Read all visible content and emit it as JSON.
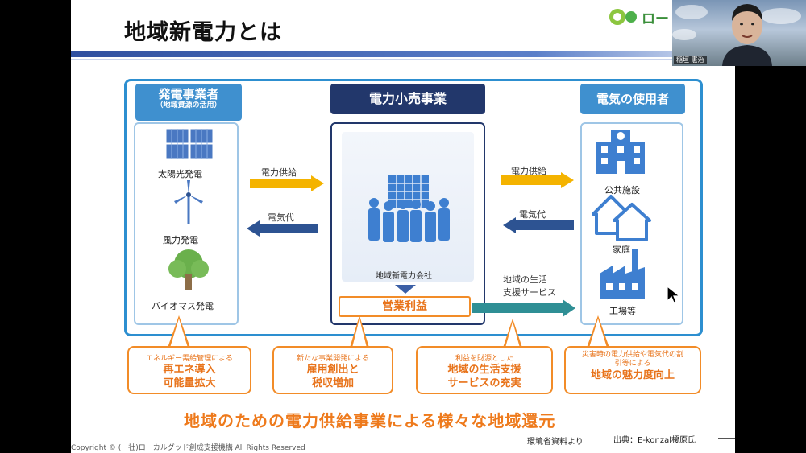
{
  "slide": {
    "title": "地域新電力とは",
    "logo_text": "ロー",
    "categories": {
      "generator": "発電事業者",
      "generator_sub": "（地域資源の活用）",
      "retail": "電力小売事業",
      "user": "電気の使用者"
    },
    "generation_sources": [
      "太陽光発電",
      "風力発電",
      "バイオマス発電"
    ],
    "retail_company_label": "地域新電力会社",
    "users": [
      "公共施設",
      "家庭",
      "工場等"
    ],
    "flows": {
      "supply_left": "電力供給",
      "fee_left": "電気代",
      "supply_right": "電力供給",
      "fee_right": "電気代",
      "life_support": "地域の生活\n支援サービス"
    },
    "profit_label": "営業利益",
    "callouts": [
      {
        "small": "エネルギー需給管理による",
        "main": "再エネ導入\n可能量拡大"
      },
      {
        "small": "新たな事業開発による",
        "main": "雇用創出と\n税収増加"
      },
      {
        "small": "利益を財源とした",
        "main": "地域の生活支援\nサービスの充実"
      },
      {
        "small": "災害時の電力供給や電気代の割\n引等による",
        "main": "地域の魅力度向上"
      }
    ],
    "bottom_message": "地域のための電力供給事業による様々な地域還元",
    "copyright": "Copyright © (一社)ローカルグッド創成支援機構  All Rights Reserved",
    "source_ministry": "環境省資料より",
    "source_credit": "出典：E-konzal榎原氏"
  },
  "video": {
    "participant_name": "稲垣 憲治"
  },
  "colors": {
    "accent_blue": "#2d8fd0",
    "navy": "#22376b",
    "orange": "#f28c28",
    "yellow_arrow": "#f4b300",
    "teal_arrow": "#2f8f95"
  }
}
